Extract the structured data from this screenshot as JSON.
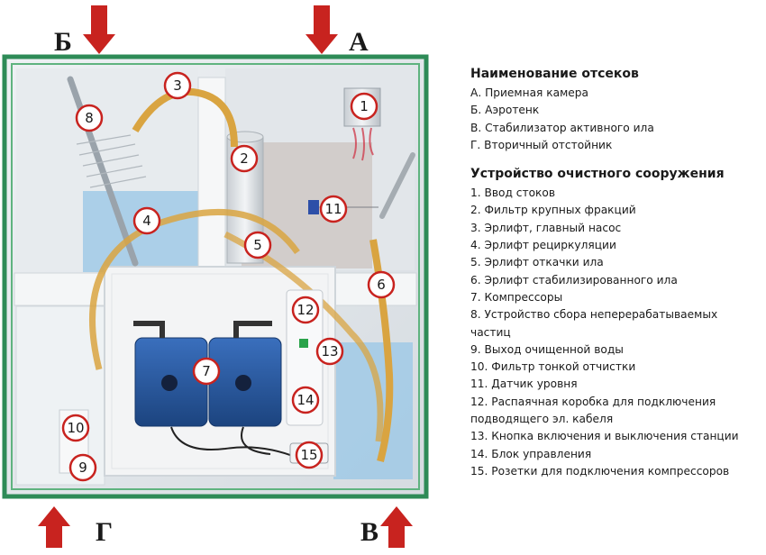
{
  "compartment_letters": {
    "a": "А",
    "b": "Б",
    "v": "В",
    "g": "Г"
  },
  "markers": [
    "1",
    "2",
    "3",
    "4",
    "5",
    "6",
    "7",
    "8",
    "9",
    "10",
    "11",
    "12",
    "13",
    "14",
    "15"
  ],
  "legend": {
    "compartments_title": "Наименование отсеков",
    "compartments": [
      "А. Приемная камера",
      "Б. Аэротенк",
      "В. Стабилизатор активного ила",
      "Г. Вторичный отстойник"
    ],
    "devices_title": "Устройство очистного сооружения",
    "devices": [
      "1.    Ввод стоков",
      "2.    Фильтр крупных фракций",
      "3.    Эрлифт, главный насос",
      "4.    Эрлифт рециркуляции",
      "5.    Эрлифт откачки ила",
      "6.    Эрлифт стабилизированного ила",
      "7.    Компрессоры",
      "8.    Устройство сбора неперерабатываемых частиц",
      "9. Выход очищенной воды",
      "10. Фильтр тонкой отчистки",
      "11. Датчик уровня",
      "12. Распаячная коробка для подключения подводящего эл. кабеля",
      "13. Кнопка включения и выключения станции",
      "14. Блок управления",
      "15. Розетки для подключения компрессоров"
    ]
  },
  "colors": {
    "frame_green": "#2e8b57",
    "arrow_red": "#c8231f",
    "water_blue": "#9cc8e6",
    "compressor_blue": "#2457a0",
    "hose_orange": "#d9a441"
  }
}
